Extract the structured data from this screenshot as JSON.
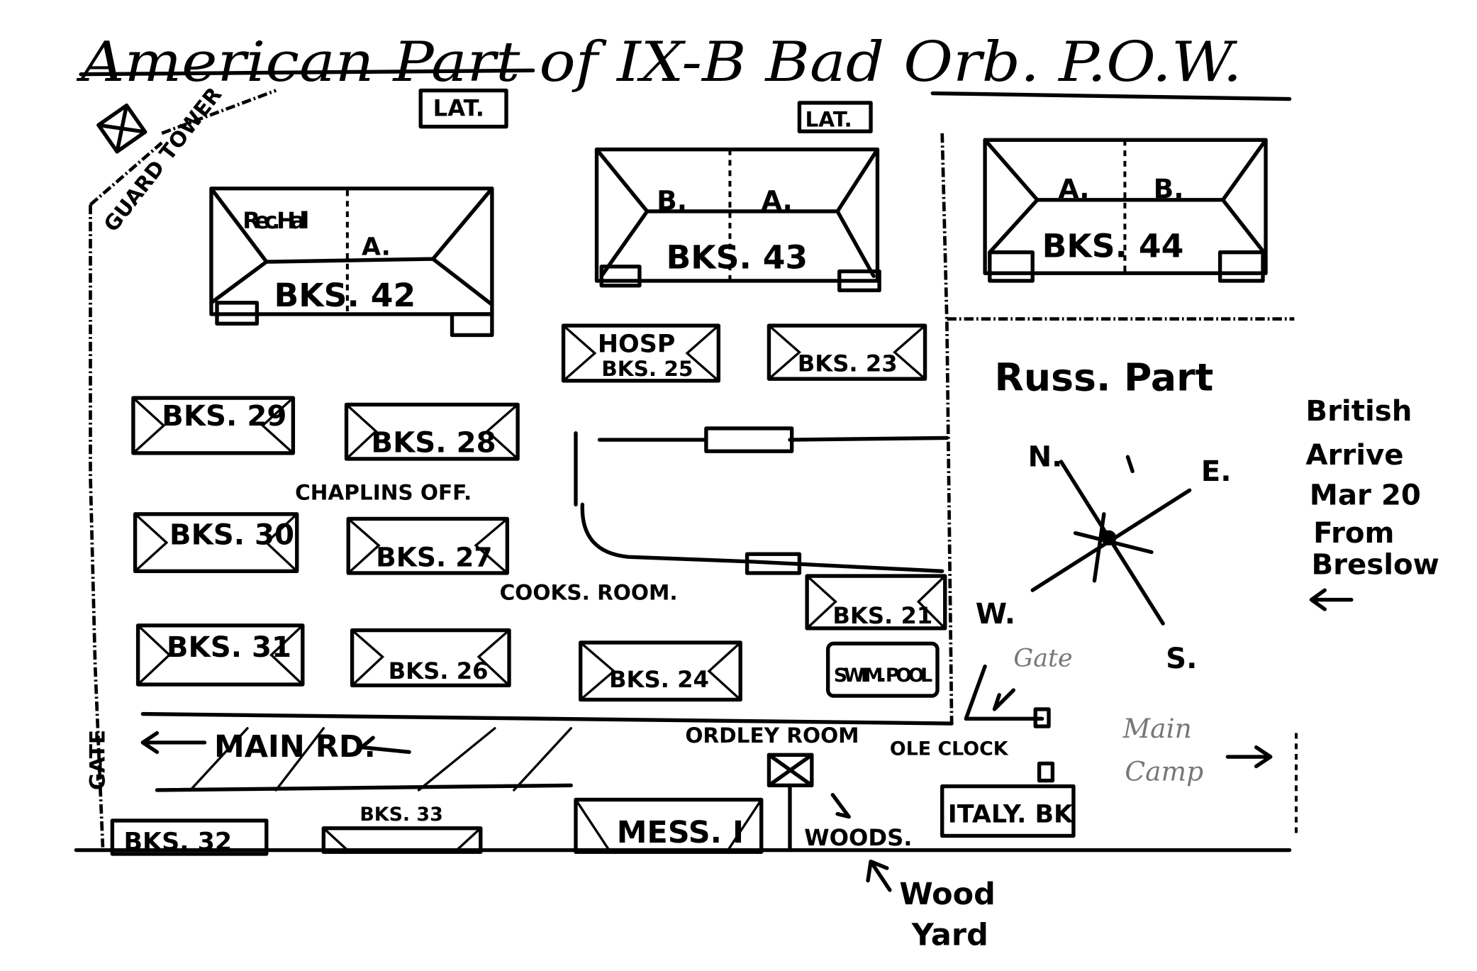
{
  "title": "American Part of IX-B Bad Orb. P.O.W.",
  "labels": {
    "guard_tower": "GUARD TOWER",
    "latrine_1": "LAT.",
    "latrine_2": "LAT.",
    "chaplins_office": "CHAPLINS OFF.",
    "cooks_room": "COOKS. ROOM.",
    "main_road": "MAIN RD.",
    "ordley_room": "ORDLEY ROOM",
    "ole_clock": "OLE CLOCK",
    "woods": "WOODS.",
    "wood_yard_1": "Wood",
    "wood_yard_2": "Yard",
    "russ_part": "Russ. Part",
    "gate_left": "GATE",
    "gate_right": "Gate",
    "main_camp_1": "Main",
    "main_camp_2": "Camp",
    "british_1": "British",
    "british_2": "Arrive",
    "british_3": "Mar 20",
    "british_4": "From",
    "british_5": "Breslow"
  },
  "buildings": {
    "bks42": {
      "name": "BKS. 42",
      "sub1": "Rec. Hall",
      "sub2": "A."
    },
    "bks43": {
      "name": "BKS. 43",
      "sub1": "B.",
      "sub2": "A."
    },
    "bks44": {
      "name": "BKS. 44",
      "sub1": "A.",
      "sub2": "B."
    },
    "hosp": {
      "name": "HOSP",
      "sub1": "BKS. 25"
    },
    "bks23": {
      "name": "BKS. 23"
    },
    "bks29": {
      "name": "BKS. 29"
    },
    "bks28": {
      "name": "BKS. 28"
    },
    "bks30": {
      "name": "BKS. 30"
    },
    "bks27": {
      "name": "BKS. 27"
    },
    "bks31": {
      "name": "BKS. 31"
    },
    "bks26": {
      "name": "BKS. 26"
    },
    "bks24": {
      "name": "BKS. 24"
    },
    "bks21": {
      "name": "BKS. 21"
    },
    "swim_pool": {
      "name": "SWIM. POOL"
    },
    "bks32": {
      "name": "BKS. 32"
    },
    "bks33": {
      "name": "BKS. 33"
    },
    "mess": {
      "name": "MESS. I"
    },
    "italy": {
      "name": "ITALY. BK"
    }
  },
  "compass": {
    "n": "N.",
    "e": "E.",
    "s": "S.",
    "w": "W."
  }
}
